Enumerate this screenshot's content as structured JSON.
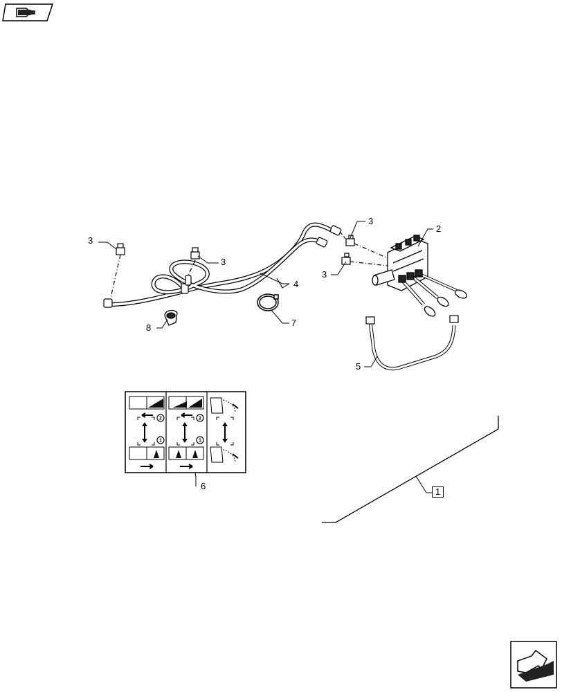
{
  "callouts": {
    "c1": "1",
    "c2": "2",
    "c3a": "3",
    "c3b": "3",
    "c3c": "3",
    "c3d": "3",
    "c4": "4",
    "c5": "5",
    "c6": "6",
    "c7": "7",
    "c8": "8"
  },
  "decal": {
    "badges": [
      "2",
      "1",
      "2",
      "1"
    ]
  },
  "icons": {
    "top_left": "previous-page-icon",
    "bottom_right": "next-page-icon"
  }
}
